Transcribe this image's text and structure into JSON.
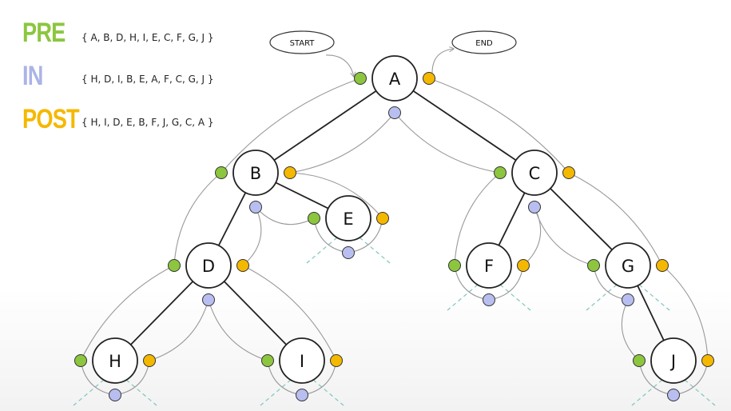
{
  "legend": {
    "pre": {
      "label": "PRE",
      "sequence": "{ A, B, D, H, I, E, C, F, G, J }",
      "color": "#8cc63f"
    },
    "in": {
      "label": "IN",
      "sequence": "{ H, D, I, B, E, A, F, C, G, J }",
      "color": "#aab4e6"
    },
    "post": {
      "label": "POST",
      "sequence": "{ H, I, D, E, B, F, J, G, C, A }",
      "color": "#f5b800"
    }
  },
  "start_label": "START",
  "end_label": "END",
  "nodes": [
    {
      "id": "A",
      "label": "A"
    },
    {
      "id": "B",
      "label": "B"
    },
    {
      "id": "C",
      "label": "C"
    },
    {
      "id": "D",
      "label": "D"
    },
    {
      "id": "E",
      "label": "E"
    },
    {
      "id": "F",
      "label": "F"
    },
    {
      "id": "G",
      "label": "G"
    },
    {
      "id": "H",
      "label": "H"
    },
    {
      "id": "I",
      "label": "I"
    },
    {
      "id": "J",
      "label": "J"
    }
  ],
  "edges": [
    [
      "A",
      "B"
    ],
    [
      "A",
      "C"
    ],
    [
      "B",
      "D"
    ],
    [
      "B",
      "E"
    ],
    [
      "D",
      "H"
    ],
    [
      "D",
      "I"
    ],
    [
      "C",
      "F"
    ],
    [
      "C",
      "G"
    ],
    [
      "G",
      "J"
    ]
  ],
  "colors": {
    "pre": "#8cc63f",
    "in": "#b8bff0",
    "post": "#f5b800",
    "dashed": "#7fc6c0",
    "arrow": "#999999"
  }
}
